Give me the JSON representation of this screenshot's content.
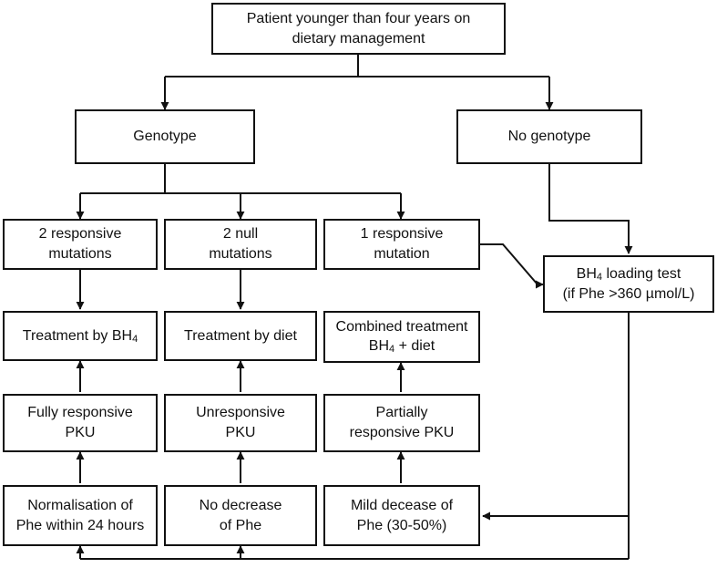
{
  "colors": {
    "line": "#111111",
    "background": "#ffffff"
  },
  "nodes": {
    "start": {
      "line1": "Patient younger than four years on",
      "line2": "dietary management"
    },
    "genotype": {
      "line1": "Genotype"
    },
    "no_genotype": {
      "line1": "No genotype"
    },
    "two_responsive": {
      "line1": "2 responsive",
      "line2": "mutations"
    },
    "two_null": {
      "line1": "2 null",
      "line2": "mutations"
    },
    "one_responsive": {
      "line1": "1 responsive",
      "line2": "mutation"
    },
    "loading_test": {
      "line1_pre": "BH",
      "line1_sub": "4",
      "line1_post": " loading test",
      "line2": "(if Phe >360 µmol/L)"
    },
    "treat_bh4": {
      "pre": "Treatment by BH",
      "sub": "4"
    },
    "treat_diet": {
      "line1": "Treatment by diet"
    },
    "treat_combined": {
      "line1": "Combined treatment",
      "line2_pre": "BH",
      "line2_sub": "4",
      "line2_post": " + diet"
    },
    "fully_responsive": {
      "line1": "Fully responsive",
      "line2": "PKU"
    },
    "unresponsive": {
      "line1": "Unresponsive",
      "line2": "PKU"
    },
    "partially_responsive": {
      "line1": "Partially",
      "line2": "responsive PKU"
    },
    "normalisation": {
      "line1": "Normalisation of",
      "line2": "Phe within 24 hours"
    },
    "no_decrease": {
      "line1": "No decrease",
      "line2": "of Phe"
    },
    "mild_decrease": {
      "line1": "Mild decease of",
      "line2": "Phe (30-50%)"
    }
  }
}
